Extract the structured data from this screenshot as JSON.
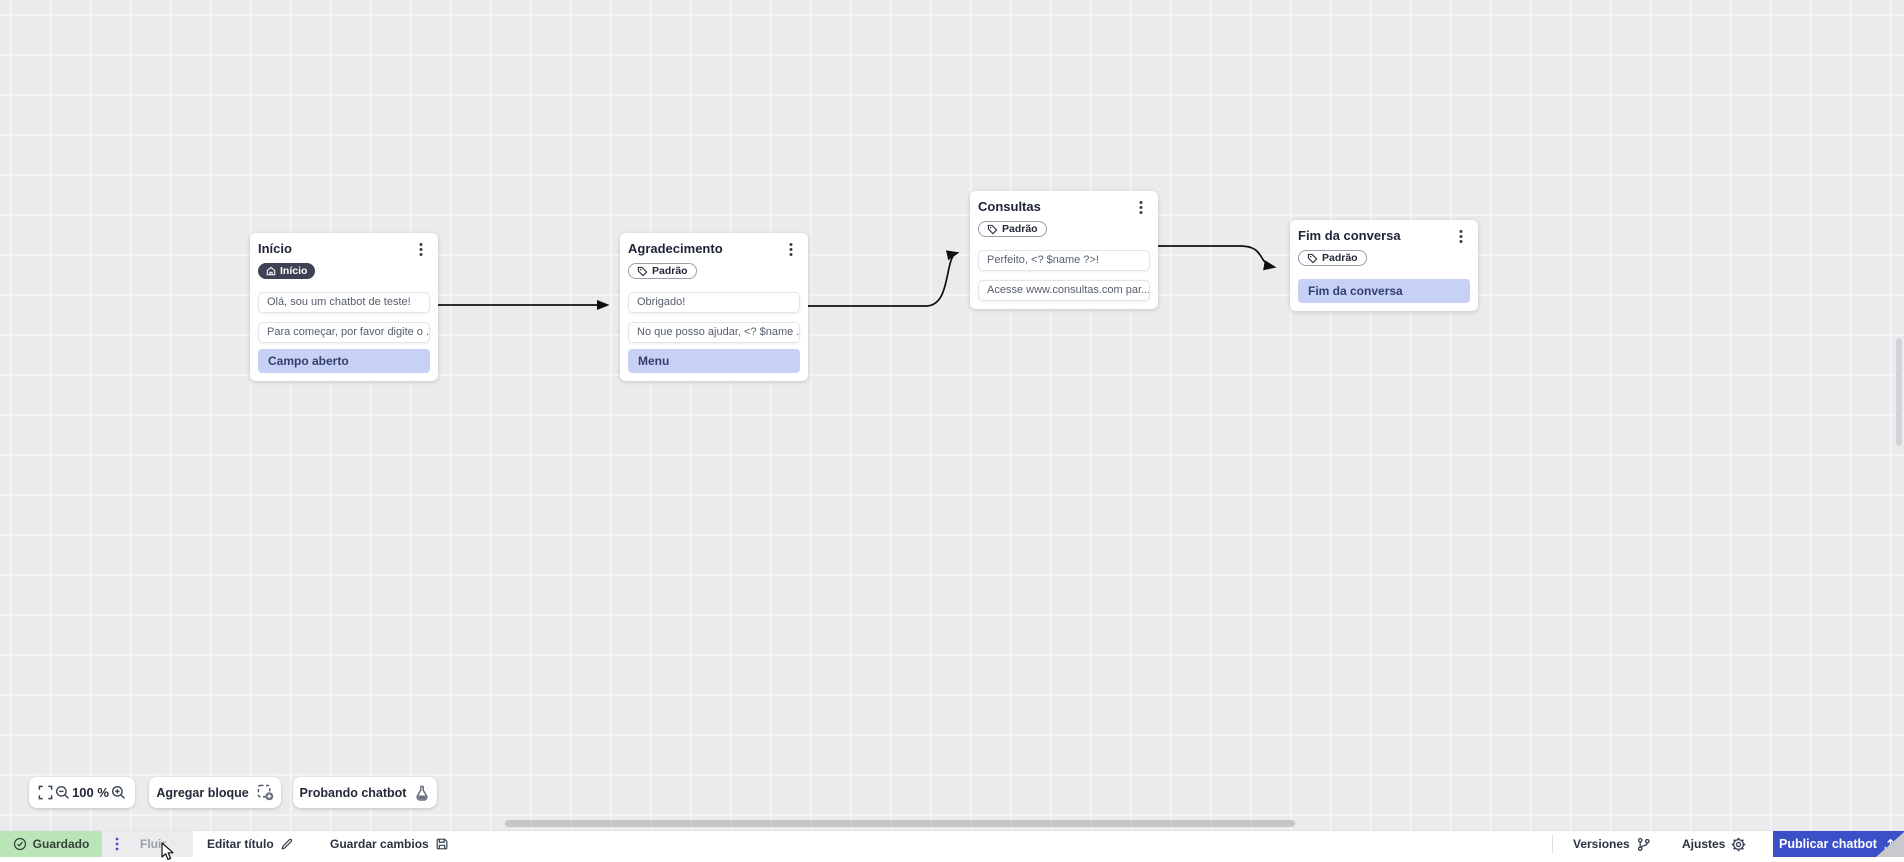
{
  "toolbar": {
    "zoom_level": "100 %",
    "add_block_label": "Agregar bloque",
    "test_chatbot_label": "Probando chatbot"
  },
  "nodes": [
    {
      "title": "Início",
      "badge": {
        "label": "Início",
        "icon": "home-icon",
        "variant": "dark"
      },
      "messages": [
        "Olá, sou um chatbot de teste!",
        "Para começar, por favor digite o ..."
      ],
      "outputs": [
        "Campo aberto"
      ]
    },
    {
      "title": "Agradecimento",
      "badge": {
        "label": "Padrão",
        "icon": "tag-icon",
        "variant": "outline"
      },
      "messages": [
        "Obrigado!",
        "No que posso ajudar, <? $name ..."
      ],
      "outputs": [
        "Menu"
      ]
    },
    {
      "title": "Consultas",
      "badge": {
        "label": "Padrão",
        "icon": "tag-icon",
        "variant": "outline"
      },
      "messages": [
        "Perfeito, <? $name ?>!",
        "Acesse www.consultas.com par..."
      ],
      "outputs": []
    },
    {
      "title": "Fim da conversa",
      "badge": {
        "label": "Padrão",
        "icon": "tag-icon",
        "variant": "outline"
      },
      "messages": [],
      "outputs": [
        "Fim da conversa"
      ]
    }
  ],
  "statusbar": {
    "saved_label": "Guardado",
    "flow_tab_label": "Fluir",
    "edit_title_label": "Editar título",
    "save_changes_label": "Guardar cambios",
    "versions_label": "Versiones",
    "settings_label": "Ajustes",
    "publish_label": "Publicar chatbot"
  },
  "icons": {
    "fullscreen-icon": "corner brackets",
    "zoom-out-icon": "magnifier minus",
    "zoom-in-icon": "magnifier plus",
    "add-block-icon": "dashed square with plus",
    "flask-icon": "lab flask",
    "check-circle-icon": "circled checkmark",
    "kebab-icon": "vertical ellipsis ⋮",
    "pencil-icon": "edit pencil ✎",
    "save-icon": "floppy disk",
    "branch-icon": "version branch",
    "gear-icon": "settings gear",
    "upload-icon": "publish upload tray",
    "home-icon": "house ⌂",
    "tag-icon": "label tag"
  },
  "colors": {
    "accent_blue": "#3a4fc8",
    "saved_green_bg": "#b9e5b9",
    "output_row_bg": "#c7d1f6",
    "output_row_text": "#33406e",
    "dark_badge_bg": "#3e4254",
    "canvas_bg": "#ebeaed",
    "grid_line": "#f4f3f5",
    "edge_color": "#101010"
  }
}
